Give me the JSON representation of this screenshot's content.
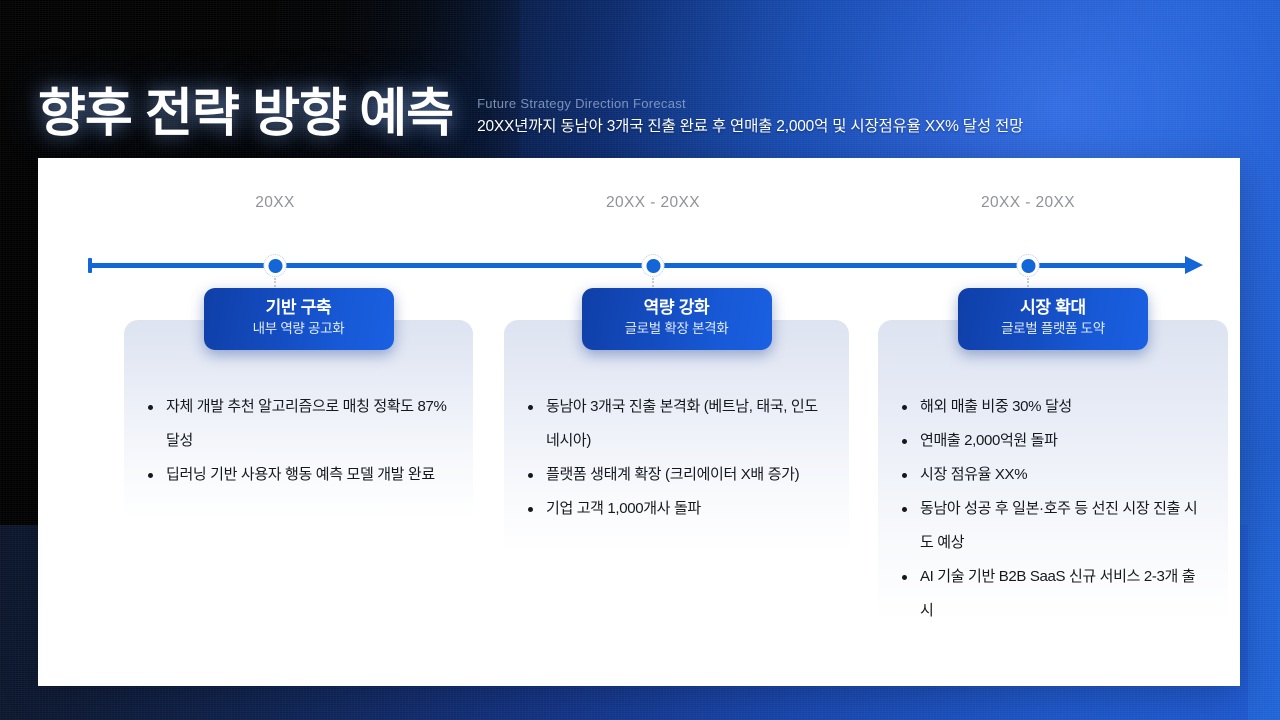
{
  "header": {
    "title": "향후 전략 방향 예측",
    "eyebrow": "Future Strategy Direction Forecast",
    "subtitle": "20XX년까지 동남아 3개국 진출 완료 후 연매출 2,000억 및 시장점유율 XX% 달성 전망"
  },
  "colors": {
    "accent": "#1266d8",
    "badge_dark": "#0f3fa8",
    "badge_light": "#1a60e2",
    "panel_bg": "#ffffff",
    "label_gray": "#8f929a",
    "body_text": "#15181d"
  },
  "timeline": {
    "labels": [
      "20XX",
      "20XX - 20XX",
      "20XX - 20XX"
    ],
    "node_positions_pct": [
      17,
      50,
      84
    ]
  },
  "cards": [
    {
      "title": "기반 구축",
      "subtitle": "내부 역량 공고화",
      "bullets": [
        "자체 개발 추천 알고리즘으로 매칭 정확도 87% 달성",
        "딥러닝 기반 사용자 행동 예측 모델 개발 완료"
      ]
    },
    {
      "title": "역량 강화",
      "subtitle": "글로벌 확장 본격화",
      "bullets": [
        "동남아 3개국 진출 본격화 (베트남, 태국, 인도네시아)",
        "플랫폼 생태계 확장 (크리에이터 X배 증가)",
        "기업 고객 1,000개사 돌파"
      ]
    },
    {
      "title": "시장 확대",
      "subtitle": "글로벌 플랫폼 도약",
      "bullets": [
        "해외 매출 비중 30% 달성",
        "연매출 2,000억원 돌파",
        "시장 점유율 XX%",
        "동남아 성공 후 일본·호주 등 선진 시장 진출 시도 예상",
        "AI 기술 기반 B2B SaaS 신규 서비스 2-3개 출시"
      ]
    }
  ]
}
